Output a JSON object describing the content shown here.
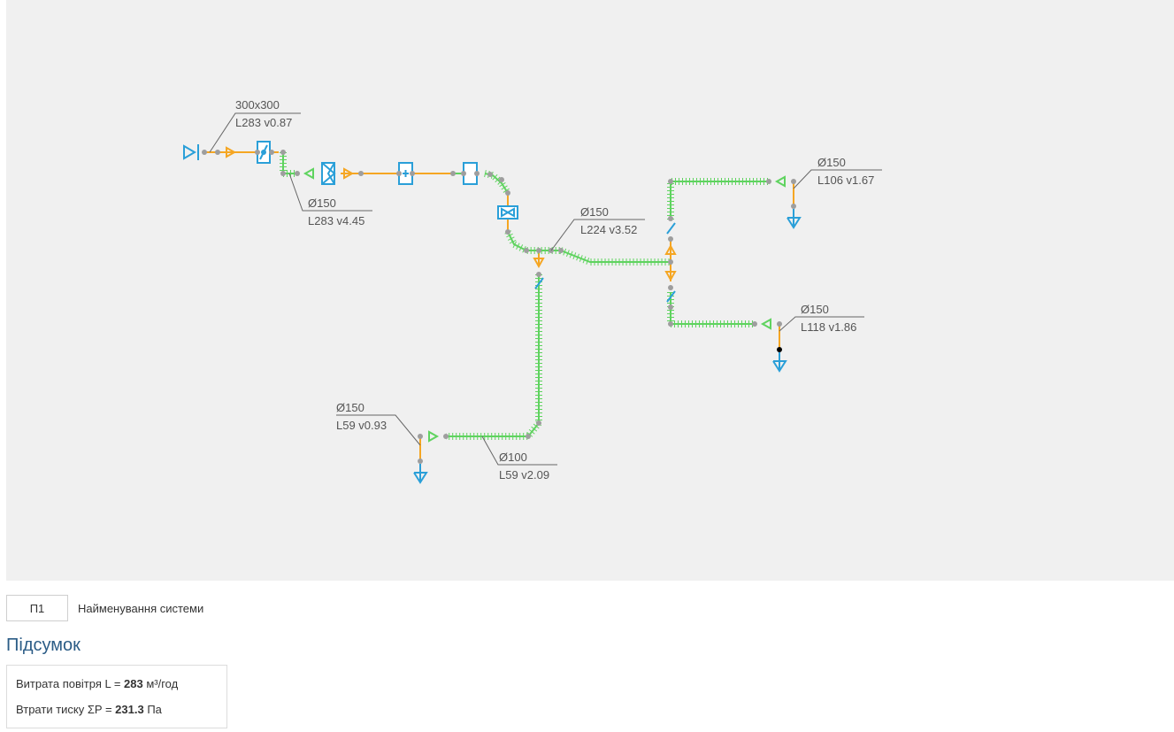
{
  "diagram": {
    "labels": {
      "main_duct": {
        "size": "300x300",
        "flow": "L283 v0.87"
      },
      "after_fan": {
        "size": "Ø150",
        "flow": "L283 v4.45"
      },
      "middle_branch": {
        "size": "Ø150",
        "flow": "L224 v3.52"
      },
      "top_right": {
        "size": "Ø150",
        "flow": "L106 v1.67"
      },
      "bottom_right": {
        "size": "Ø150",
        "flow": "L118 v1.86"
      },
      "bottom_left_outlet": {
        "size": "Ø150",
        "flow": "L59 v0.93"
      },
      "bottom_branch": {
        "size": "Ø100",
        "flow": "L59 v2.09"
      }
    },
    "colors": {
      "duct_rect": "#f5a623",
      "duct_round": "#5fd35f",
      "equipment": "#2a9fd8",
      "node": "#9e9e9e",
      "leader": "#666666",
      "background": "#f0f0f0"
    }
  },
  "system": {
    "code": "П1",
    "name": "Найменування системи"
  },
  "summary": {
    "heading": "Підсумок",
    "airflow_prefix": "Витрата повітря L = ",
    "airflow_value": "283",
    "airflow_unit": " м³/год",
    "pressure_prefix": "Втрати тиску ΣP = ",
    "pressure_value": "231.3",
    "pressure_unit": " Па"
  }
}
